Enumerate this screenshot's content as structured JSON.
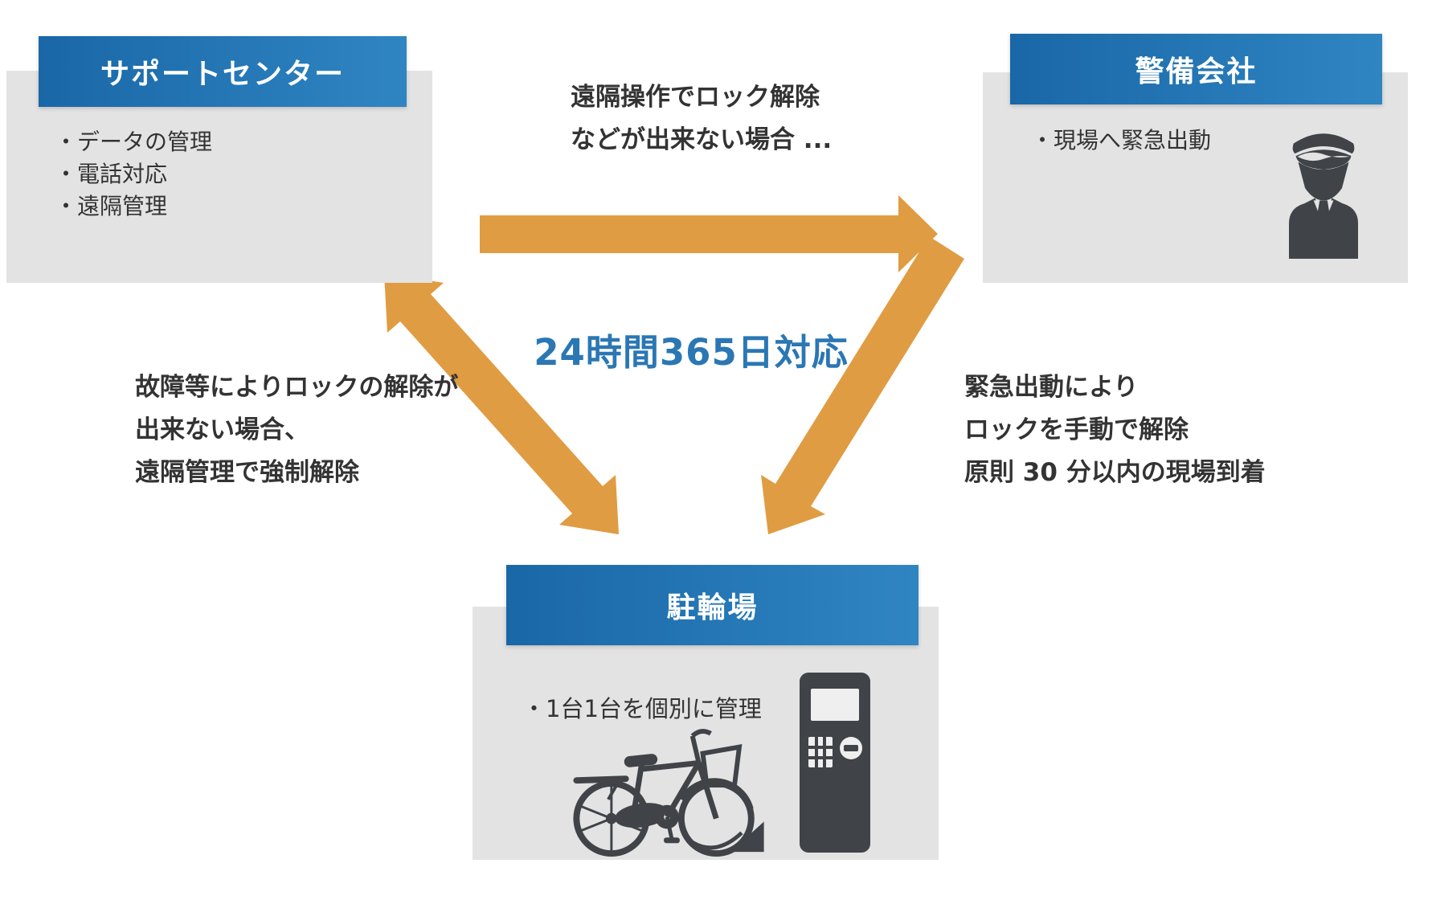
{
  "diagram_title": "",
  "center_label": "24時間365日対応",
  "colors": {
    "accent_orange": "#E09C42",
    "header_blue_start": "#1A67A7",
    "header_blue_end": "#2F85C2",
    "center_text_blue": "#2B77B4",
    "panel_gray": "#E3E3E3",
    "icon_dark": "#404347",
    "text_dark": "#333333",
    "header_text_white": "#FFFFFF"
  },
  "boxes": {
    "support_center": {
      "title": "サポートセンター",
      "items": [
        "・データの管理",
        "・電話対応",
        "・遠隔管理"
      ]
    },
    "security_company": {
      "title": "警備会社",
      "items": [
        "・現場へ緊急出動"
      ],
      "icon": "security-guard-icon"
    },
    "parking": {
      "title": "駐輪場",
      "items": [
        "・1台1台を個別に管理"
      ],
      "icons": [
        "bicycle-icon",
        "payment-kiosk-icon"
      ]
    }
  },
  "annotations": {
    "support_to_security": {
      "lines": [
        "遠隔操作でロック解除",
        "などが出来ない場合 ..."
      ]
    },
    "parking_to_support": {
      "lines": [
        "故障等によりロックの解除が",
        "出来ない場合、",
        "遠隔管理で強制解除"
      ]
    },
    "security_to_parking": {
      "lines": [
        "緊急出動により",
        "ロックを手動で解除",
        "原則 30 分以内の現場到着"
      ]
    }
  },
  "arrows": [
    {
      "name": "arrow-support-to-security",
      "direction": "right"
    },
    {
      "name": "arrow-parking-support",
      "direction": "bidirectional-diagonal"
    },
    {
      "name": "arrow-security-to-parking",
      "direction": "down-left"
    }
  ]
}
